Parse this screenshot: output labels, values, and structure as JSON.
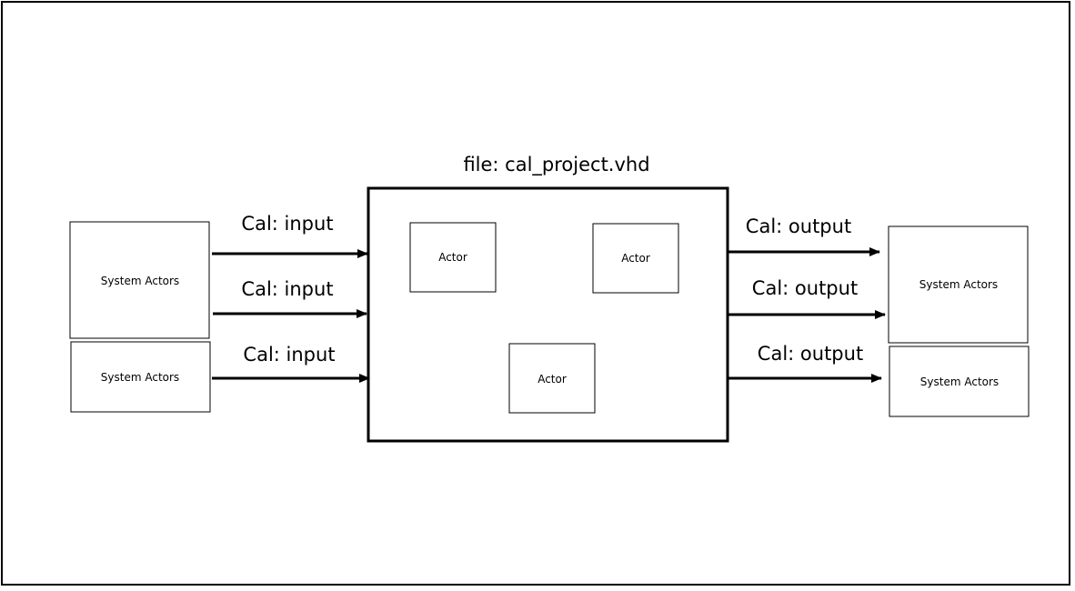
{
  "title": "file: cal_project.vhd",
  "left_actors": [
    "System Actors",
    "System Actors"
  ],
  "right_actors": [
    "System Actors",
    "System Actors"
  ],
  "inner_actors": [
    "Actor",
    "Actor",
    "Actor"
  ],
  "input_labels": [
    "Cal: input",
    "Cal: input",
    "Cal: input"
  ],
  "output_labels": [
    "Cal: output",
    "Cal: output",
    "Cal: output"
  ]
}
